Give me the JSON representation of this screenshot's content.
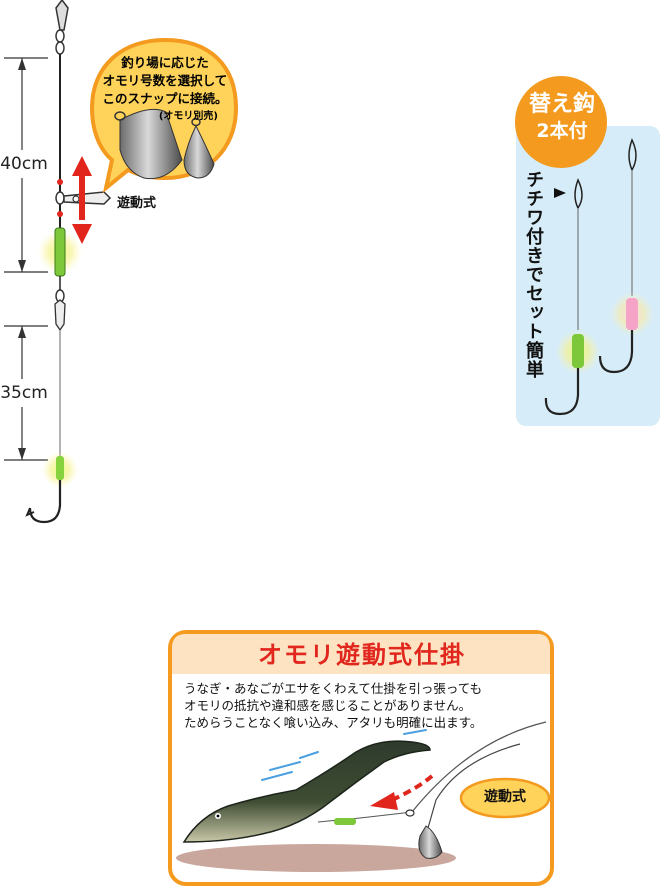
{
  "rig": {
    "dim_upper": "40cm",
    "dim_lower": "35cm",
    "bubble_lines": [
      "釣り場に応じた",
      "オモリ号数を選択して",
      "このスナップに接続。"
    ],
    "bubble_note": "(オモリ別売)",
    "sliding_label": "遊動式"
  },
  "spare": {
    "badge_line1": "替え鈎",
    "badge_line2": "2本付",
    "vertical_note": "チチワ付きでセット簡単"
  },
  "panel": {
    "title": "オモリ遊動式仕掛",
    "body_lines": [
      "うなぎ・あなごがエサをくわえて仕掛を引っ張っても",
      "オモリの抵抗や違和感を感じることがありません。",
      "ためらうことなく喰い込み、アタリも明確に出ます。"
    ],
    "sliding_label": "遊動式"
  },
  "colors": {
    "orange": "#f39a1f",
    "bubble_fill": "#ffd35a",
    "panel_fill": "#fde3c2",
    "blue_panel": "#d6ecf8",
    "glow_green": "#9bd93b",
    "glow_pink": "#f7a7c8",
    "arrow_red": "#e0261d"
  }
}
